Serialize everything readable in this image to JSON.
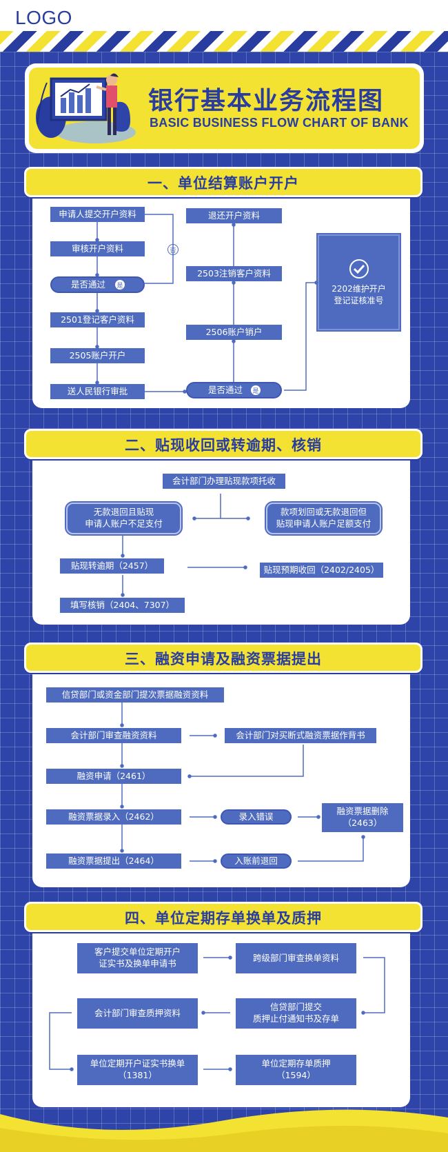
{
  "header": {
    "logo": "LOGO",
    "title": "银行基本业务流程图",
    "subtitle": "BASIC BUSINESS FLOW CHART OF BANK"
  },
  "section1": {
    "title": "一、单位结算账户开户",
    "left": [
      "申请人提交开户资料",
      "审核开户资料",
      "是否通过",
      "2501登记客户资料",
      "2505账户开户",
      "送人民银行审批"
    ],
    "right": [
      "退还开户资料",
      "2503注销客户资料",
      "2506账户销户",
      "是否通过"
    ],
    "no_badge": "否",
    "yes_badge": "是",
    "final": "2202维护开户\n登记证核准号"
  },
  "section2": {
    "title": "二、贴现收回或转逾期、核销",
    "top": "会计部门办理贴现款项托收",
    "left_case": "无款退回且贴现\n申请人账户不足支付",
    "right_case": "款项划回或无款退回但\n贴现申请人账户足额支付",
    "overdue": "贴现转逾期（2457）",
    "writeoff": "填写核销（2404、7307）",
    "recovered": "贴现预期收回（2402/2405）"
  },
  "section3": {
    "title": "三、融资申请及融资票据提出",
    "steps": [
      "信贷部门或资金部门提次票据融资资料",
      "会计部门审查融资资料",
      "融资申请（2461）",
      "融资票据录入（2462）",
      "融资票据提出（2464）"
    ],
    "endorse": "会计部门对买断式融资票据作背书",
    "error": "录入错误",
    "delete": "融资票据删除\n（2463）",
    "return": "入账前退回"
  },
  "section4": {
    "title": "四、单位定期存单换单及质押",
    "box1": "客户提交单位定期开户\n证实书及换单申请书",
    "box2": "跨级部门审查换单资料",
    "box3": "信贷部门提交\n质押止付通知书及存单",
    "box4": "会计部门审查质押资料",
    "box5": "单位定期开户证实书换单\n（1381）",
    "box6": "单位定期存单质押\n（1594）"
  },
  "colors": {
    "primary": "#2e44a8",
    "accent": "#f4e233",
    "box": "#4e6bbf"
  }
}
